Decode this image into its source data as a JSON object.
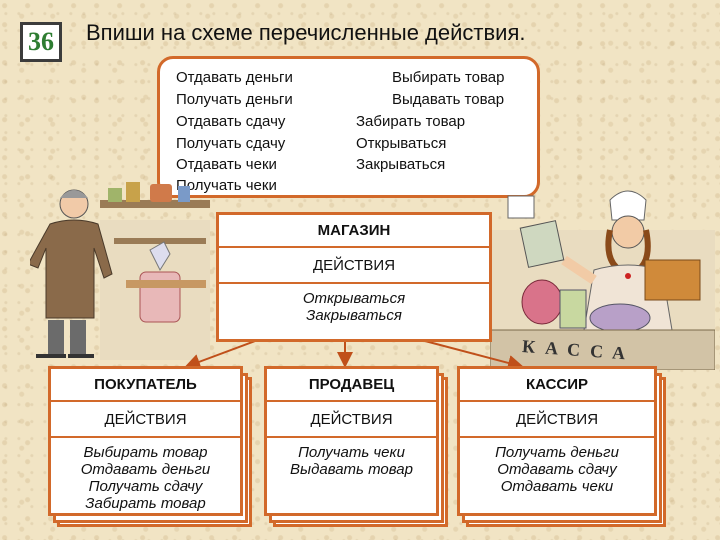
{
  "badge": "36",
  "title": "Впиши на схеме перечисленные действия.",
  "word_bank": {
    "left": [
      "Отдавать деньги",
      "Получать деньги",
      "Отдавать сдачу",
      "Получать сдачу",
      "Отдавать чеки",
      "Получать чеки"
    ],
    "right": [
      "Выбирать товар",
      "Выдавать товар",
      "Забирать товар",
      "Открываться",
      "Закрываться"
    ]
  },
  "shop": {
    "title": "МАГАЗИН",
    "subtitle": "ДЕЙСТВИЯ",
    "items": [
      "Открываться",
      "Закрываться"
    ]
  },
  "roles": [
    {
      "title": "ПОКУПАТЕЛЬ",
      "subtitle": "ДЕЙСТВИЯ",
      "items": [
        "Выбирать товар",
        "Отдавать деньги",
        "Получать сдачу",
        "Забирать товар"
      ]
    },
    {
      "title": "ПРОДАВЕЦ",
      "subtitle": "ДЕЙСТВИЯ",
      "items": [
        "Получать чеки",
        "Выдавать товар"
      ]
    },
    {
      "title": "КАССИР",
      "subtitle": "ДЕЙСТВИЯ",
      "items": [
        "Получать деньги",
        "Отдавать сдачу",
        "Отдавать чеки"
      ]
    }
  ],
  "illustration": {
    "register_sign": "КАССА"
  },
  "colors": {
    "border": "#d2692a",
    "badge_number": "#2e7d32"
  }
}
